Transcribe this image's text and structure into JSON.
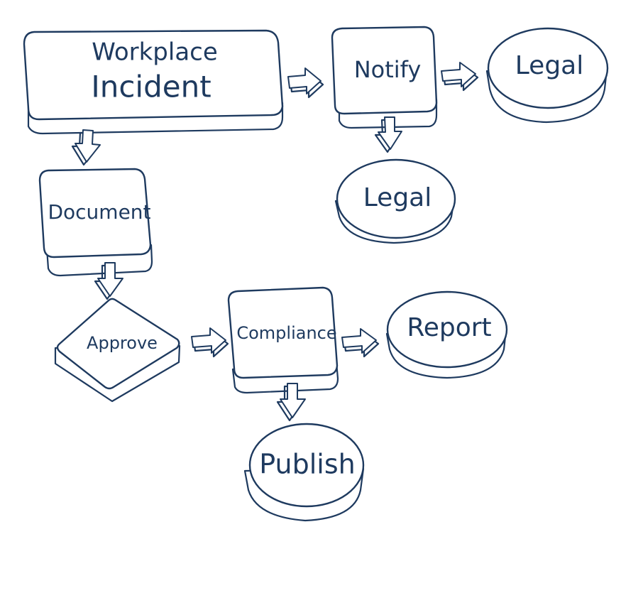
{
  "diagram": {
    "nodes": {
      "workplace_incident_line1": "Workplace",
      "workplace_incident_line2": "Incident",
      "notify": "Notify",
      "legal_right": "Legal",
      "legal_below": "Legal",
      "document": "Document",
      "approve": "Approve",
      "compliance": "Compliance",
      "report": "Report",
      "publish": "Publish"
    },
    "edges": [
      {
        "from": "Workplace Incident",
        "to": "Notify"
      },
      {
        "from": "Notify",
        "to": "Legal (right)"
      },
      {
        "from": "Notify",
        "to": "Legal (below)"
      },
      {
        "from": "Workplace Incident",
        "to": "Document"
      },
      {
        "from": "Document",
        "to": "Approve"
      },
      {
        "from": "Approve",
        "to": "Compliance"
      },
      {
        "from": "Compliance",
        "to": "Report"
      },
      {
        "from": "Compliance",
        "to": "Publish"
      }
    ],
    "colors": {
      "ink": "#1e3a5f",
      "background": "#ffffff"
    }
  }
}
